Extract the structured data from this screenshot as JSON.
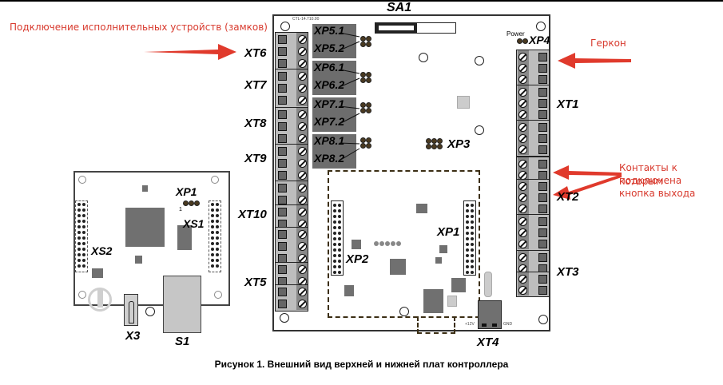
{
  "annotations": {
    "locks_connection": "Подключение исполнительных устройств (замков)",
    "reed_switch": "Геркон",
    "exit_button_contacts_line1": "Контакты к которым",
    "exit_button_contacts_line2": "подключена",
    "exit_button_contacts_line3": "кнопка выхода",
    "accent_color": "#d83a2e"
  },
  "upper_board": {
    "model_label": "CTL-14.710.00",
    "switch_label": "SA1",
    "power_label": "Power",
    "connectors": {
      "xt6": "XT6",
      "xt7": "XT7",
      "xt8": "XT8",
      "xt9": "XT9",
      "xt10": "XT10",
      "xt5": "XT5",
      "xt1": "XT1",
      "xt2": "XT2",
      "xt3": "XT3",
      "xt4": "XT4",
      "xp4": "XP4",
      "xp3": "XP3",
      "xp2": "XP2",
      "xp1": "XP1"
    },
    "jumpers": [
      "XP5.1",
      "XP5.2",
      "XP6.1",
      "XP6.2",
      "XP7.1",
      "XP7.2",
      "XP8.1",
      "XP8.2"
    ],
    "power_terminal_labels": {
      "plus": "+12V",
      "gnd": "GND"
    }
  },
  "lower_board": {
    "xp1": "XP1",
    "xp1_pin": "1",
    "xs1": "XS1",
    "xs2": "XS2",
    "x3": "X3",
    "s1": "S1"
  },
  "caption": "Рисунок 1. Внешний вид верхней и нижней плат контроллера"
}
